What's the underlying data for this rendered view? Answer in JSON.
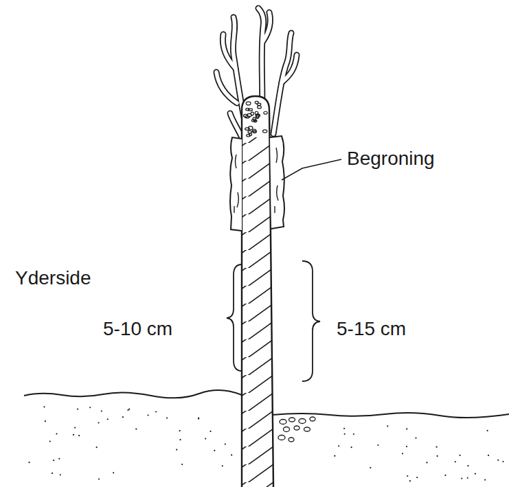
{
  "diagram": {
    "labels": [
      "Begroning",
      "Yderside",
      "5-10 cm",
      "5-15 cm"
    ]
  }
}
